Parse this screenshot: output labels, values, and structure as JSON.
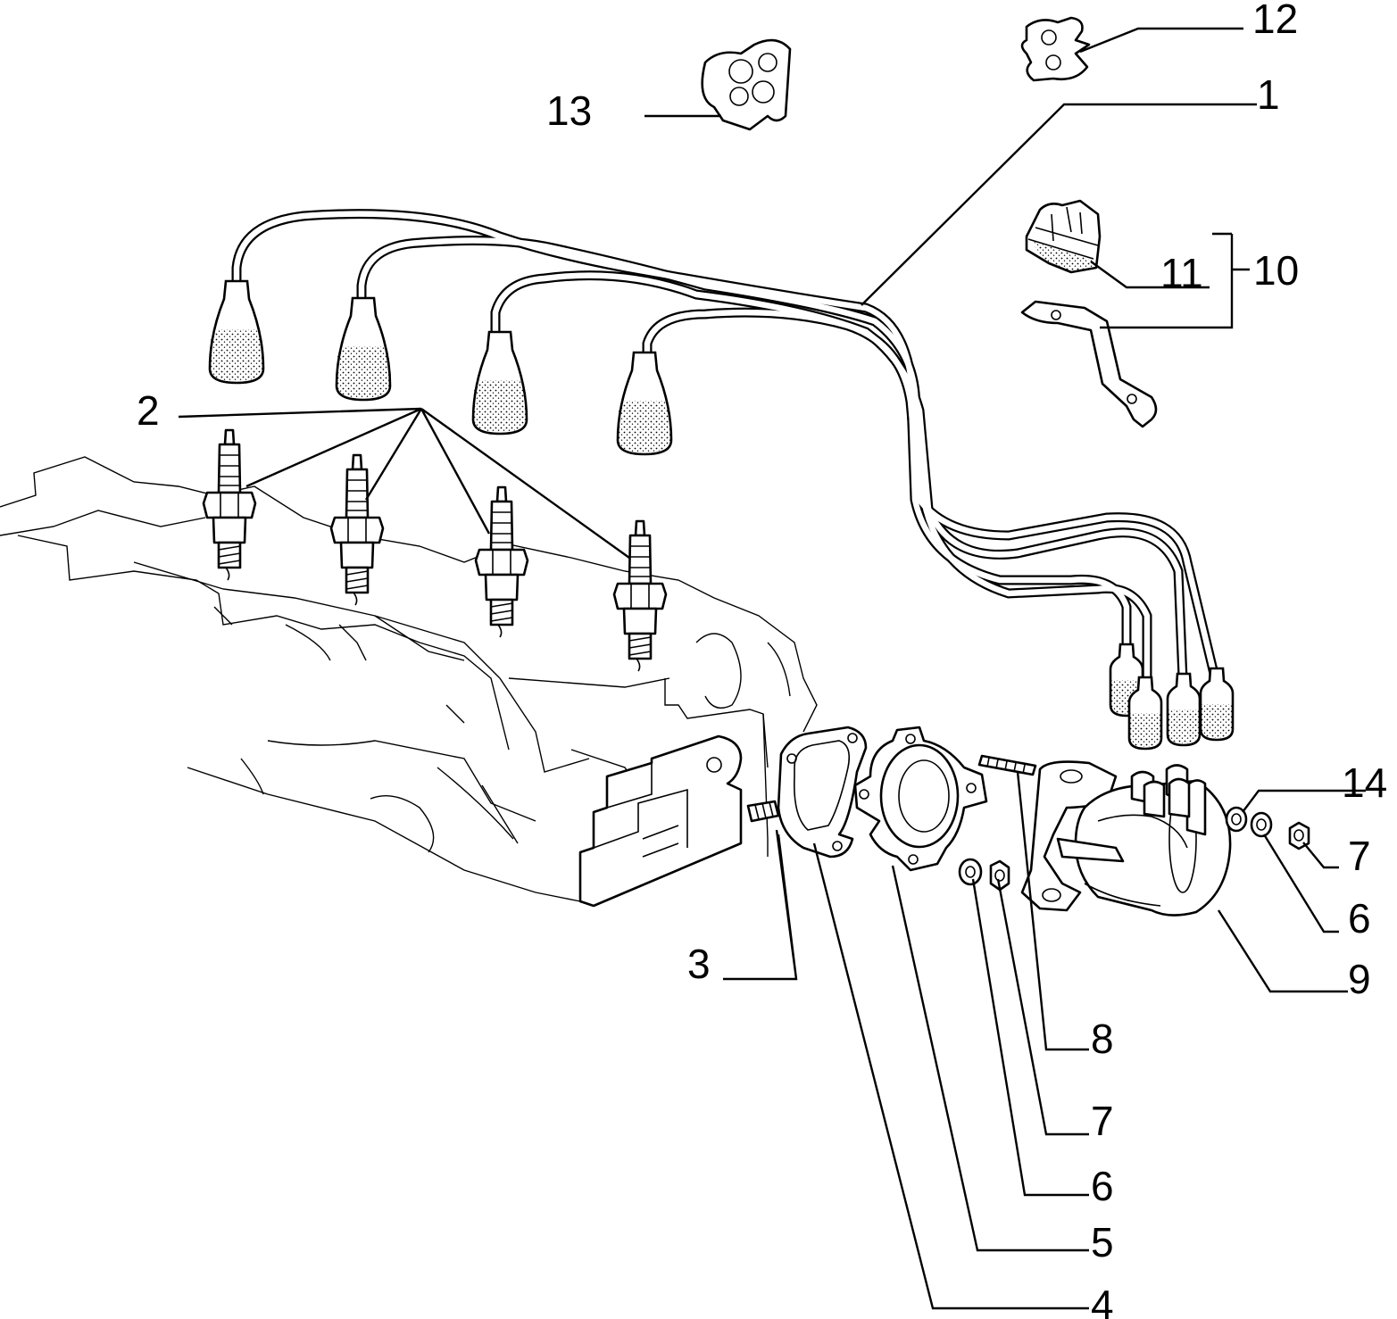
{
  "diagram": {
    "callouts": [
      {
        "id": "c1",
        "text": "1"
      },
      {
        "id": "c2",
        "text": "2"
      },
      {
        "id": "c3",
        "text": "3"
      },
      {
        "id": "c4",
        "text": "4"
      },
      {
        "id": "c5",
        "text": "5"
      },
      {
        "id": "c6a",
        "text": "6"
      },
      {
        "id": "c6b",
        "text": "6"
      },
      {
        "id": "c7a",
        "text": "7"
      },
      {
        "id": "c7b",
        "text": "7"
      },
      {
        "id": "c8",
        "text": "8"
      },
      {
        "id": "c9",
        "text": "9"
      },
      {
        "id": "c10",
        "text": "10"
      },
      {
        "id": "c11",
        "text": "11"
      },
      {
        "id": "c12",
        "text": "12"
      },
      {
        "id": "c13",
        "text": "13"
      },
      {
        "id": "c14",
        "text": "14"
      }
    ]
  }
}
